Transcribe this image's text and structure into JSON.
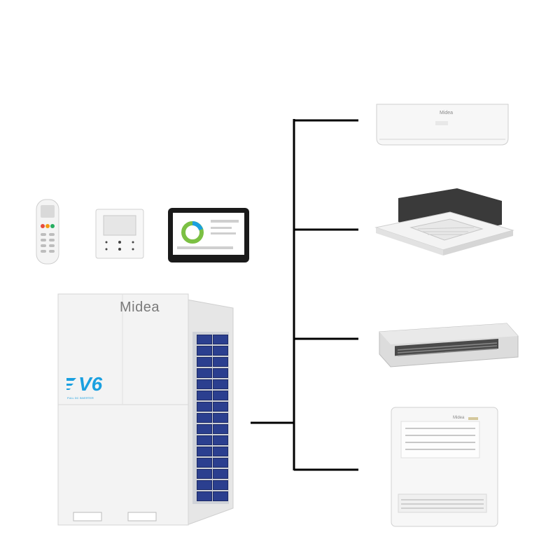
{
  "brand": {
    "name": "Midea",
    "model_badge": "V6",
    "badge_tagline": "FULL DC INVERTER"
  },
  "controllers": [
    {
      "name": "remote-controller-icon"
    },
    {
      "name": "wall-controller-icon"
    },
    {
      "name": "touch-screen-controller-icon"
    }
  ],
  "indoor_units": [
    {
      "name": "wall-mounted-unit-icon"
    },
    {
      "name": "cassette-unit-icon"
    },
    {
      "name": "duct-unit-icon"
    },
    {
      "name": "floor-console-unit-icon"
    }
  ],
  "colors": {
    "line": "#000000",
    "casing": "#f2f2f2",
    "grille": "#2b3f8f",
    "accent": "#1aa0e0"
  }
}
